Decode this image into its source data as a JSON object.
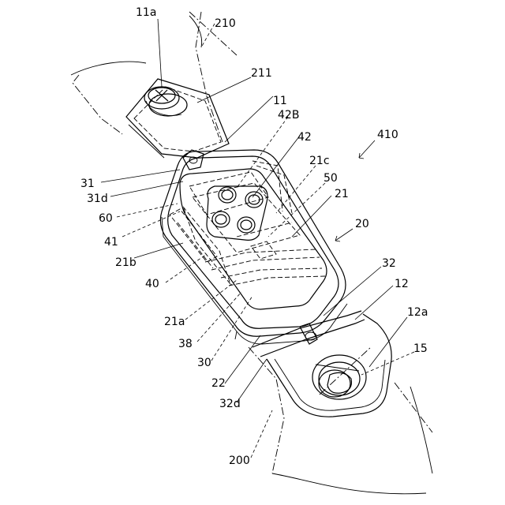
{
  "labels": {
    "l11a": "11a",
    "l210": "210",
    "l211": "211",
    "l11": "11",
    "l42B": "42B",
    "l410": "410",
    "l42": "42",
    "l21c": "21c",
    "l50": "50",
    "l21": "21",
    "l31": "31",
    "l31d": "31d",
    "l60": "60",
    "l41": "41",
    "l21b": "21b",
    "l40": "40",
    "l20": "20",
    "l32": "32",
    "l12": "12",
    "l12a": "12a",
    "l21a": "21a",
    "l38": "38",
    "l15": "15",
    "l30": "30",
    "l22": "22",
    "l32d": "32d",
    "l200": "200"
  }
}
